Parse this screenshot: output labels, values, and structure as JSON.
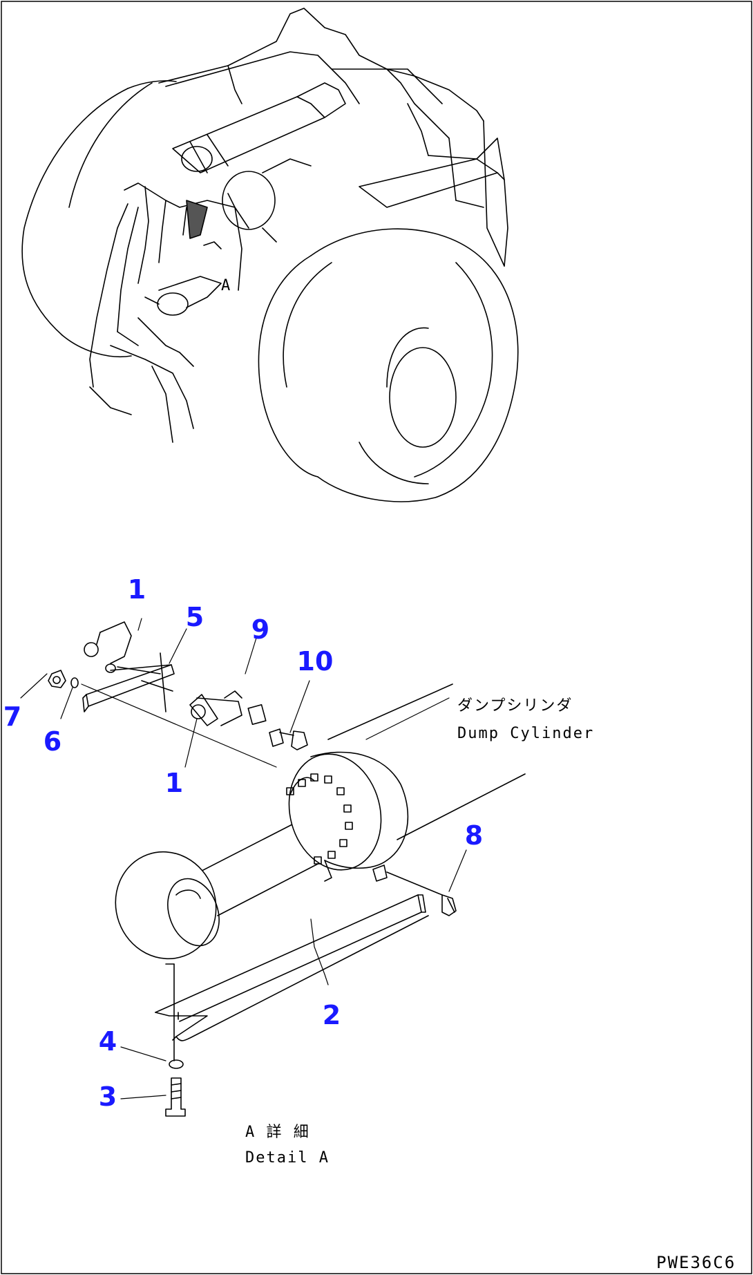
{
  "callout_color": "#1a1aff",
  "labels": {
    "dump_cylinder_jp": "ダンプシリンダ",
    "dump_cylinder_en": "Dump Cylinder",
    "detail_jp": "A 詳 細",
    "detail_en": "Detail A",
    "overview_marker": "A",
    "drawing_code": "PWE36C6"
  },
  "callouts": [
    {
      "id": "c1a",
      "text": "1"
    },
    {
      "id": "c5",
      "text": "5"
    },
    {
      "id": "c9",
      "text": "9"
    },
    {
      "id": "c10",
      "text": "10"
    },
    {
      "id": "c7",
      "text": "7"
    },
    {
      "id": "c6",
      "text": "6"
    },
    {
      "id": "c1b",
      "text": "1"
    },
    {
      "id": "c8",
      "text": "8"
    },
    {
      "id": "c2",
      "text": "2"
    },
    {
      "id": "c4",
      "text": "4"
    },
    {
      "id": "c3",
      "text": "3"
    }
  ]
}
